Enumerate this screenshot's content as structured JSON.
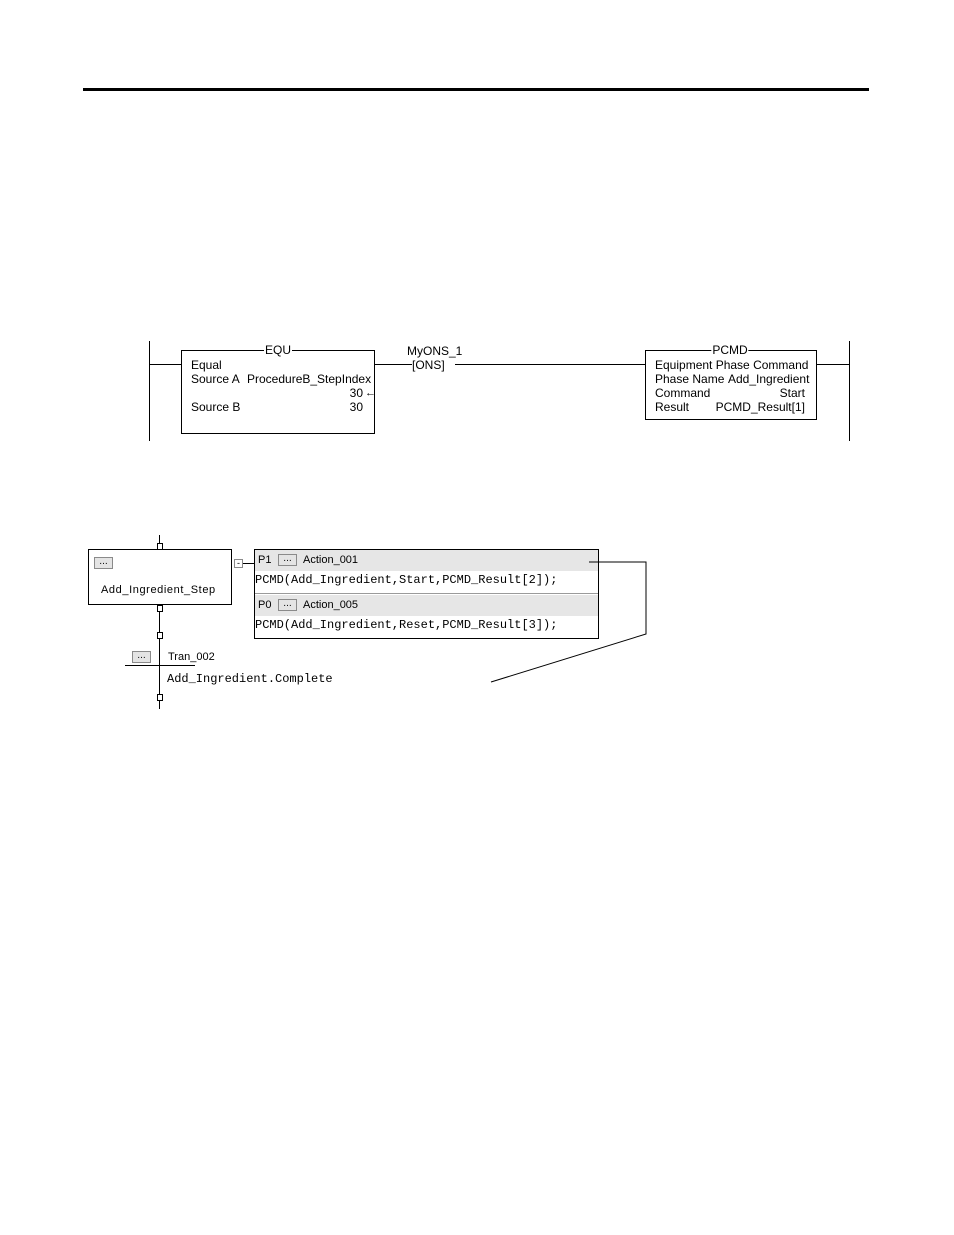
{
  "ladder": {
    "equ": {
      "title": "EQU",
      "desc": "Equal",
      "source_a_label": "Source A",
      "source_a_tag": "ProcedureB_StepIndex",
      "source_a_value": "30",
      "source_b_label": "Source B",
      "source_b_value": "30"
    },
    "ons": {
      "tag": "MyONS_1",
      "label": "[ONS]"
    },
    "pcmd": {
      "title": "PCMD",
      "desc": "Equipment Phase Command",
      "phase_name_label": "Phase Name",
      "phase_name_value": "Add_Ingredient",
      "command_label": "Command",
      "command_value": "Start",
      "result_label": "Result",
      "result_value": "PCMD_Result[1]"
    }
  },
  "sfc": {
    "step": {
      "ellipsis": "...",
      "name": "Add_Ingredient_Step",
      "collapse": "-"
    },
    "actions": [
      {
        "qualifier": "P1",
        "ellipsis": "...",
        "name": "Action_001",
        "code": "PCMD(Add_Ingredient,Start,PCMD_Result[2]);"
      },
      {
        "qualifier": "P0",
        "ellipsis": "...",
        "name": "Action_005",
        "code": "PCMD(Add_Ingredient,Reset,PCMD_Result[3]);"
      }
    ],
    "transition": {
      "ellipsis": "...",
      "name": "Tran_002",
      "condition": "Add_Ingredient.Complete"
    }
  }
}
